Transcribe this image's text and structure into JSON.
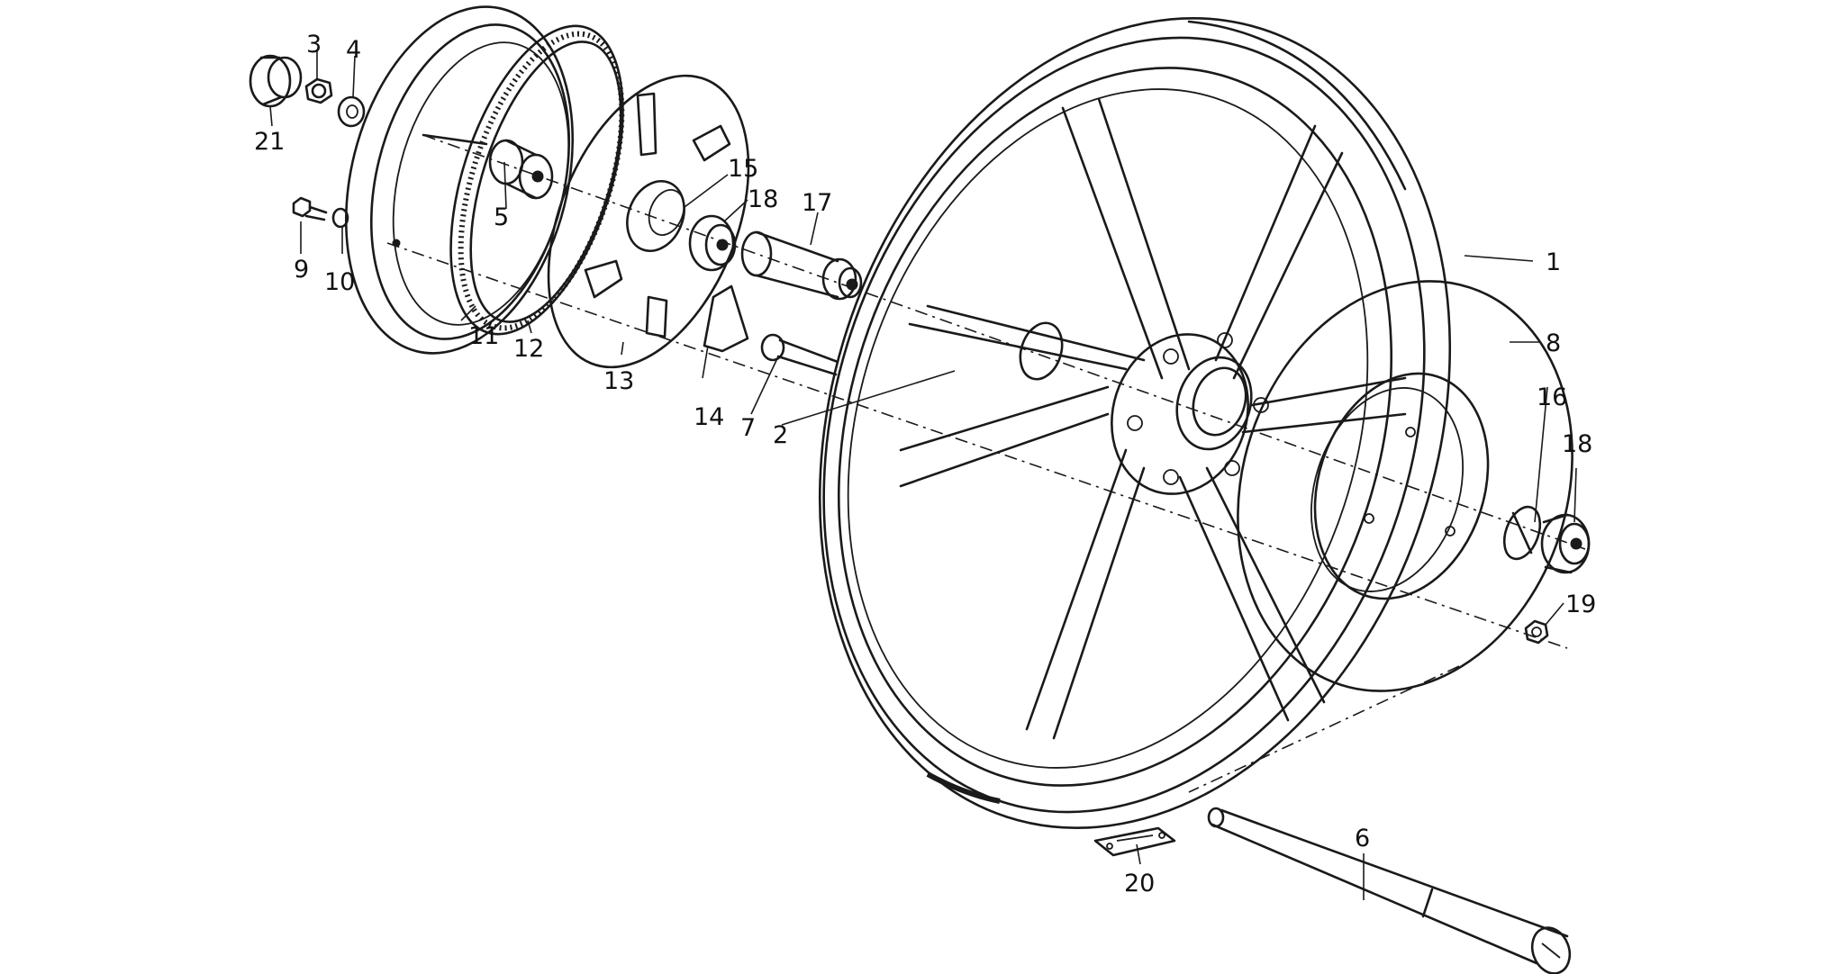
{
  "diagram": {
    "type": "exploded-parts-diagram",
    "subject-icon": "motorcycle-front-wheel",
    "stroke_color": "#1a1a1a",
    "background_color": "#ffffff",
    "callouts": [
      "1",
      "2",
      "3",
      "4",
      "5",
      "6",
      "7",
      "8",
      "9",
      "10",
      "11",
      "12",
      "13",
      "14",
      "15",
      "16",
      "17",
      "18",
      "18",
      "19",
      "20",
      "21"
    ]
  }
}
